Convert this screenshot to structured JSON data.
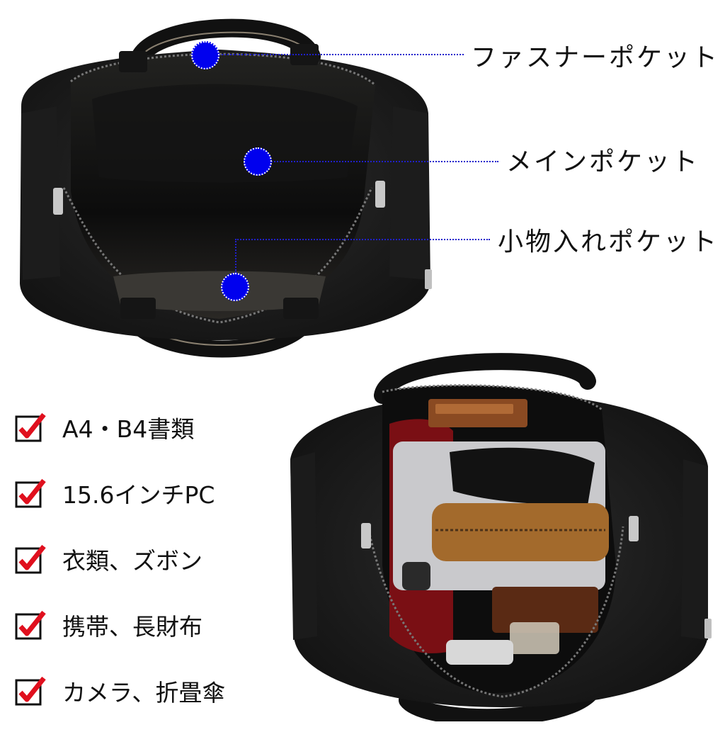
{
  "callouts": [
    {
      "label": "ファスナーポケット"
    },
    {
      "label": "メインポケット"
    },
    {
      "label": "小物入れポケット"
    }
  ],
  "checklist": {
    "items": [
      "A4・B4書類",
      "15.6インチPC",
      "衣類、ズボン",
      "携帯、長財布",
      "カメラ、折畳傘"
    ]
  },
  "colors": {
    "callout_dot": "#0000ee",
    "callout_line": "#2020cc",
    "check_mark": "#e0101e",
    "bag_leather": "#1a1a1a"
  },
  "icons": {
    "check": "checkbox-check-icon"
  }
}
